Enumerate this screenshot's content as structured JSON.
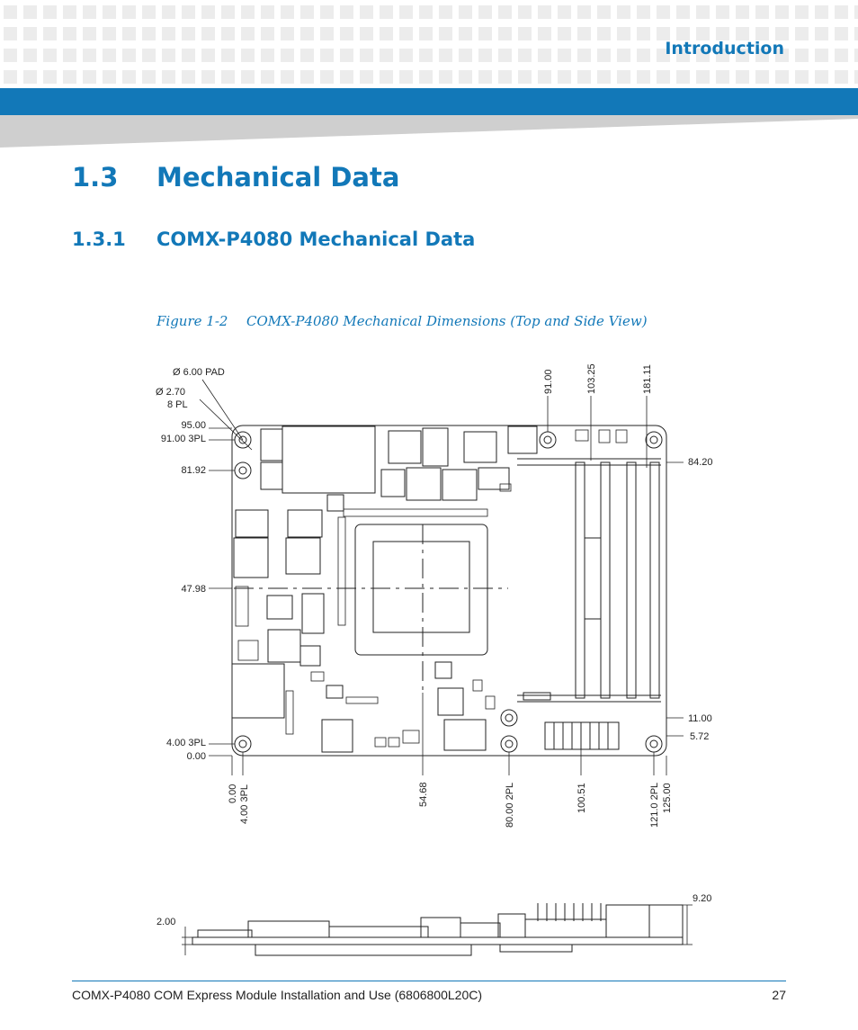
{
  "header": {
    "section_title": "Introduction"
  },
  "heading1": {
    "number": "1.3",
    "title": "Mechanical Data"
  },
  "heading2": {
    "number": "1.3.1",
    "title": "COMX-P4080 Mechanical Data"
  },
  "figure": {
    "label": "Figure 1-2",
    "caption": "COMX-P4080 Mechanical Dimensions (Top and Side View)",
    "top_view": {
      "pad_callout": "Ø 6.00 PAD",
      "hole_callout": "Ø 2.70",
      "hole_count": "8 PL",
      "y_dimensions": [
        "95.00",
        "91.00 3PL",
        "81.92",
        "47.98",
        "4.00 3PL",
        "0.00"
      ],
      "y_dimensions_right": [
        "84.20",
        "11.00",
        "5.72"
      ],
      "x_dimensions_top": [
        "91.00",
        "103.25",
        "181.11"
      ],
      "x_dimensions_bottom": [
        "0.00",
        "4.00 3PL",
        "54.68",
        "80.00 2PL",
        "100.51",
        "121.0 2PL",
        "125.00"
      ]
    },
    "side_view": {
      "dimensions": [
        "2.00",
        "9.20"
      ]
    }
  },
  "footer": {
    "document_title": "COMX-P4080 COM Express Module Installation and Use (6806800L20C)",
    "page_number": "27"
  }
}
